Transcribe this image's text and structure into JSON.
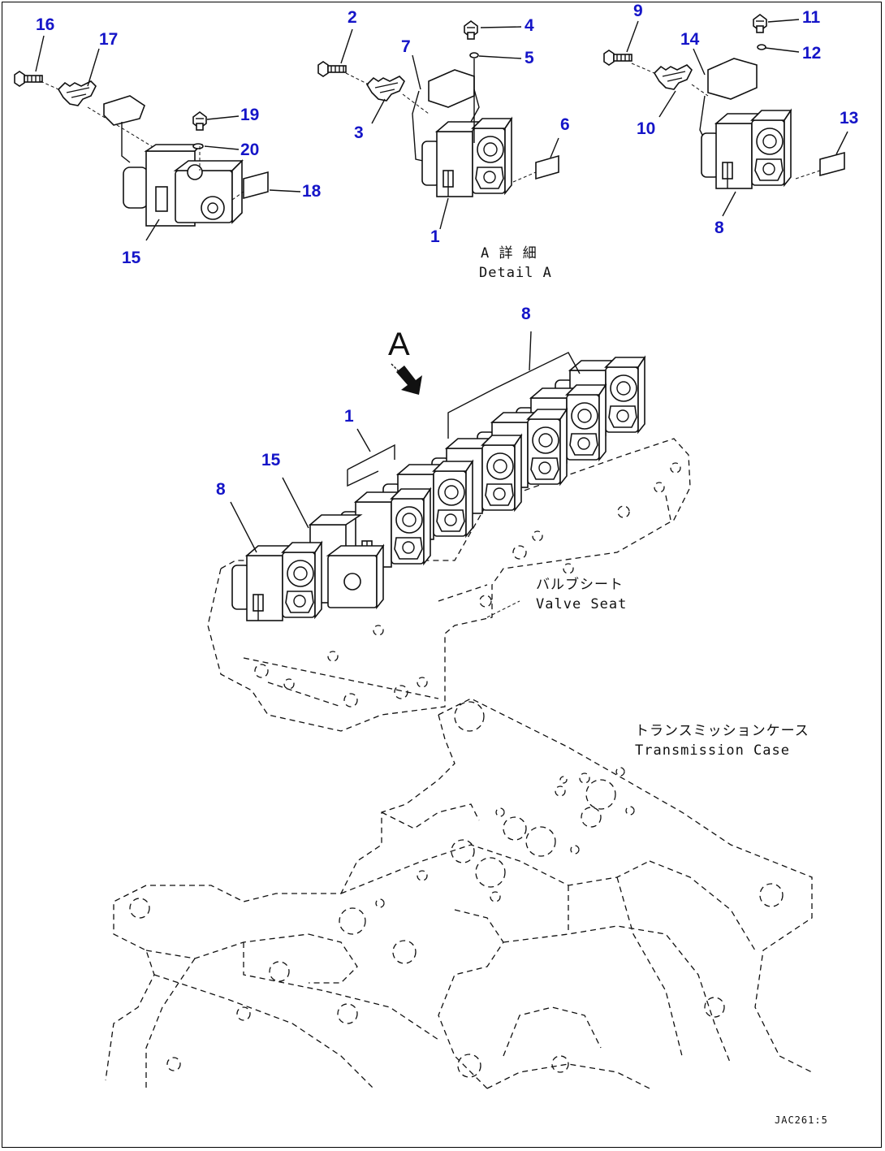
{
  "callouts": {
    "c16": "16",
    "c17": "17",
    "c19": "19",
    "c20": "20",
    "c18": "18",
    "c15a": "15",
    "c2": "2",
    "c4": "4",
    "c7": "7",
    "c5": "5",
    "c3": "3",
    "c6": "6",
    "c1a": "1",
    "c9": "9",
    "c11": "11",
    "c14": "14",
    "c12": "12",
    "c13": "13",
    "c10": "10",
    "c8a": "8",
    "c8b": "8",
    "c1b": "1",
    "c15b": "15",
    "c8c": "8"
  },
  "labels": {
    "detail_jp": "A 詳 細",
    "detail_en": "Detail A",
    "view_letter": "A",
    "valve_seat_jp": "バルブシート",
    "valve_seat_en": "Valve Seat",
    "case_jp": "トランスミッションケース",
    "case_en": "Transmission Case",
    "drawing_code": "JAC261:5"
  },
  "colors": {
    "callout": "#1515c8",
    "line": "#111111",
    "background": "#ffffff"
  }
}
